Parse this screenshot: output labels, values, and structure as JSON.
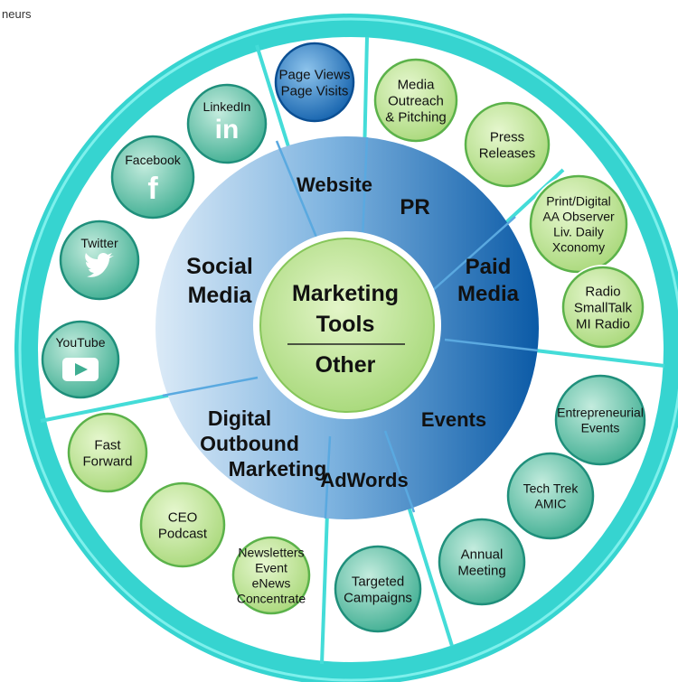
{
  "corner_text": "neurs",
  "center": {
    "title_line1": "Marketing",
    "title_line2": "Tools",
    "bottom": "Other"
  },
  "segments": [
    {
      "id": "social-media",
      "lines": [
        "Social",
        "Media"
      ]
    },
    {
      "id": "website",
      "lines": [
        "Website"
      ]
    },
    {
      "id": "pr",
      "lines": [
        "PR"
      ]
    },
    {
      "id": "paid-media",
      "lines": [
        "Paid",
        "Media"
      ]
    },
    {
      "id": "events",
      "lines": [
        "Events"
      ]
    },
    {
      "id": "adwords",
      "lines": [
        "AdWords"
      ]
    },
    {
      "id": "digital-outbound",
      "lines": [
        "Digital",
        "Outbound",
        "Marketing"
      ]
    }
  ],
  "circles": [
    {
      "id": "page-views",
      "lines": [
        "Page Views",
        "Page Visits"
      ],
      "style": "blue"
    },
    {
      "id": "media-outreach",
      "lines": [
        "Media",
        "Outreach",
        "& Pitching"
      ],
      "style": "green"
    },
    {
      "id": "press-releases",
      "lines": [
        "Press",
        "Releases"
      ],
      "style": "green"
    },
    {
      "id": "print-digital",
      "lines": [
        "Print/Digital",
        "AA Observer",
        "Liv. Daily",
        "Xconomy"
      ],
      "style": "green"
    },
    {
      "id": "radio",
      "lines": [
        "Radio",
        "SmallTalk",
        "MI Radio"
      ],
      "style": "green"
    },
    {
      "id": "entrepreneurial-events",
      "lines": [
        "Entrepreneurial",
        "Events"
      ],
      "style": "teal"
    },
    {
      "id": "tech-trek",
      "lines": [
        "Tech Trek",
        "AMIC"
      ],
      "style": "teal"
    },
    {
      "id": "annual-meeting",
      "lines": [
        "Annual",
        "Meeting"
      ],
      "style": "teal"
    },
    {
      "id": "targeted-campaigns",
      "lines": [
        "Targeted",
        "Campaigns"
      ],
      "style": "teal"
    },
    {
      "id": "newsletters",
      "lines": [
        "Newsletters",
        "Event",
        "eNews",
        "Concentrate"
      ],
      "style": "green"
    },
    {
      "id": "ceo-podcast",
      "lines": [
        "CEO",
        "Podcast"
      ],
      "style": "green"
    },
    {
      "id": "fast-forward",
      "lines": [
        "Fast",
        "Forward"
      ],
      "style": "green"
    },
    {
      "id": "youtube",
      "lines": [
        "YouTube"
      ],
      "style": "teal",
      "icon": "youtube-icon"
    },
    {
      "id": "twitter",
      "lines": [
        "Twitter"
      ],
      "style": "teal",
      "icon": "twitter-icon"
    },
    {
      "id": "facebook",
      "lines": [
        "Facebook"
      ],
      "style": "teal",
      "icon": "facebook-icon"
    },
    {
      "id": "linkedin",
      "lines": [
        "LinkedIn"
      ],
      "style": "teal",
      "icon": "linkedin-icon"
    }
  ],
  "colors": {
    "outer_ring": "#44dcd8",
    "outer_fill": "#ffffff",
    "inner_ring_light": "#c6e0f2",
    "inner_ring_dark": "#0a5fa8",
    "center_fill": "#c6e896",
    "green_circle": "#c9ea9e",
    "teal_circle": "#5cc0a8",
    "blue_circle": "#2d7fc6"
  }
}
